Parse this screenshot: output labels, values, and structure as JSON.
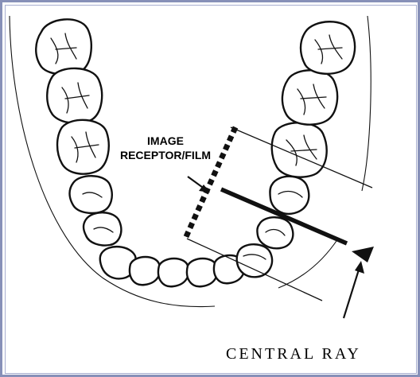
{
  "labels": {
    "image_receptor": [
      "IMAGE",
      "RECEPTOR/FILM"
    ],
    "central_ray": "CENTRAL RAY"
  },
  "colors": {
    "frame_border": "#8790b8",
    "ink": "#111111",
    "background": "#ffffff"
  }
}
